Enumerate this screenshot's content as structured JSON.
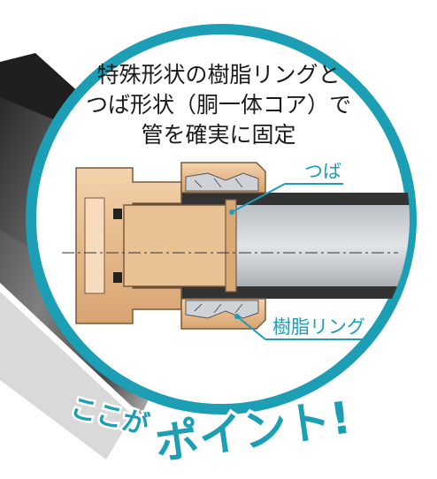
{
  "caption": {
    "line1": "特殊形状の樹脂リングと",
    "line2": "つば形状（胴一体コア）で",
    "line3": "管を確実に固定"
  },
  "labels": {
    "flange": "つば",
    "resin_ring": "樹脂リング"
  },
  "banner": {
    "small": "ここが",
    "big": "ポイント!"
  },
  "colors": {
    "accent": "#1c9fb4",
    "brass": "#e9c49a",
    "pipe": "#3a3a3a"
  }
}
